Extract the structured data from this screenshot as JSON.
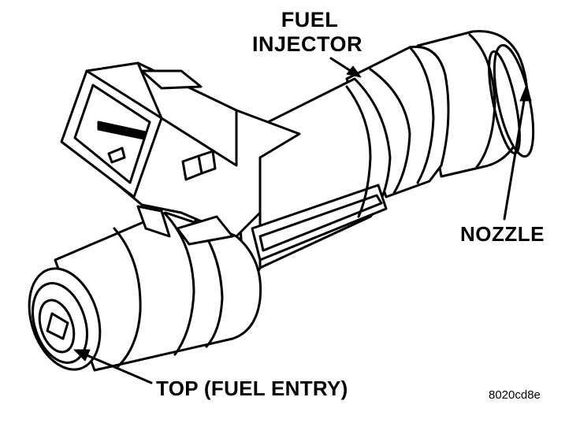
{
  "labels": {
    "fuel_injector_line1": "FUEL",
    "fuel_injector_line2": "INJECTOR",
    "nozzle": "NOZZLE",
    "top_fuel_entry": "TOP (FUEL ENTRY)",
    "figure_code": "8020cd8e"
  }
}
